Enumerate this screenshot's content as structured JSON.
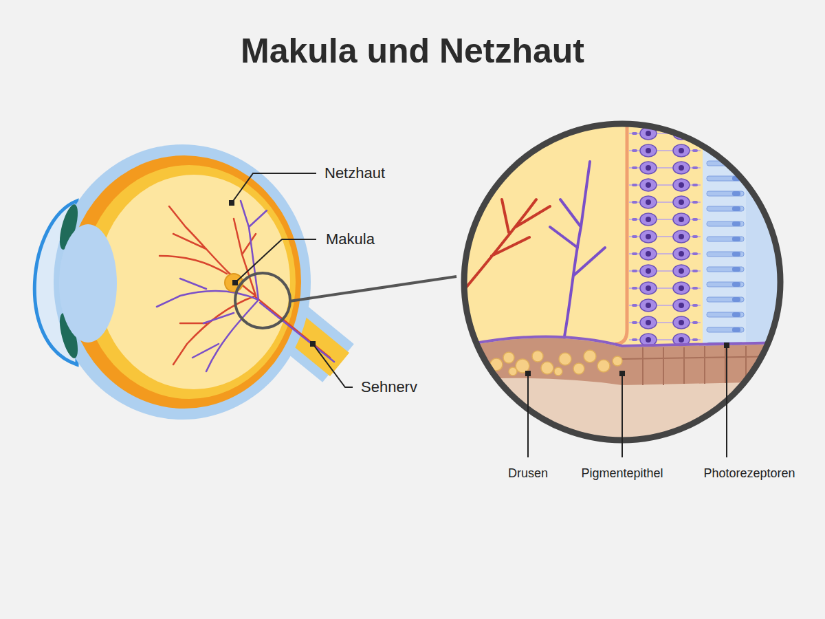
{
  "diagram": {
    "title": "Makula und Netzhaut",
    "labels": [
      "Netzhaut",
      "Makula",
      "Sehnerv",
      "Drusen",
      "Pigmentepithel",
      "Photorezeptoren"
    ]
  }
}
